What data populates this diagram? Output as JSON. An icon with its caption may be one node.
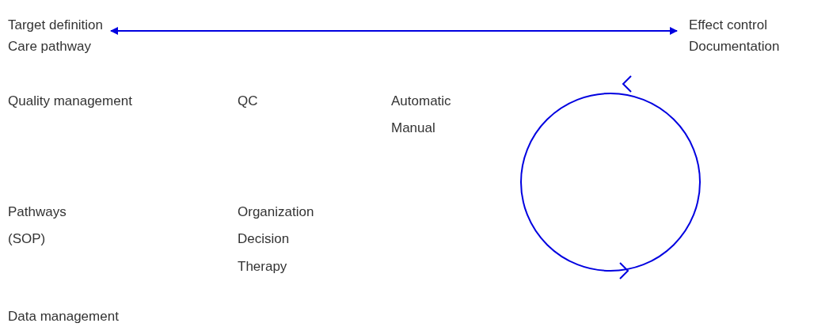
{
  "diagram": {
    "nodes": [
      {
        "text": [
          "Target definition",
          "Care pathway"
        ]
      },
      {
        "text": [
          "Effect control",
          "Documentation"
        ]
      }
    ],
    "edges": [
      {
        "from": 0,
        "to": 1,
        "arrow": "both"
      }
    ],
    "labels": [
      "Quality management",
      "QC",
      "Automatic",
      "Manual",
      "Pathways",
      "(SOP)",
      "Organization",
      "Decision",
      "Therapy",
      "Data management"
    ]
  }
}
